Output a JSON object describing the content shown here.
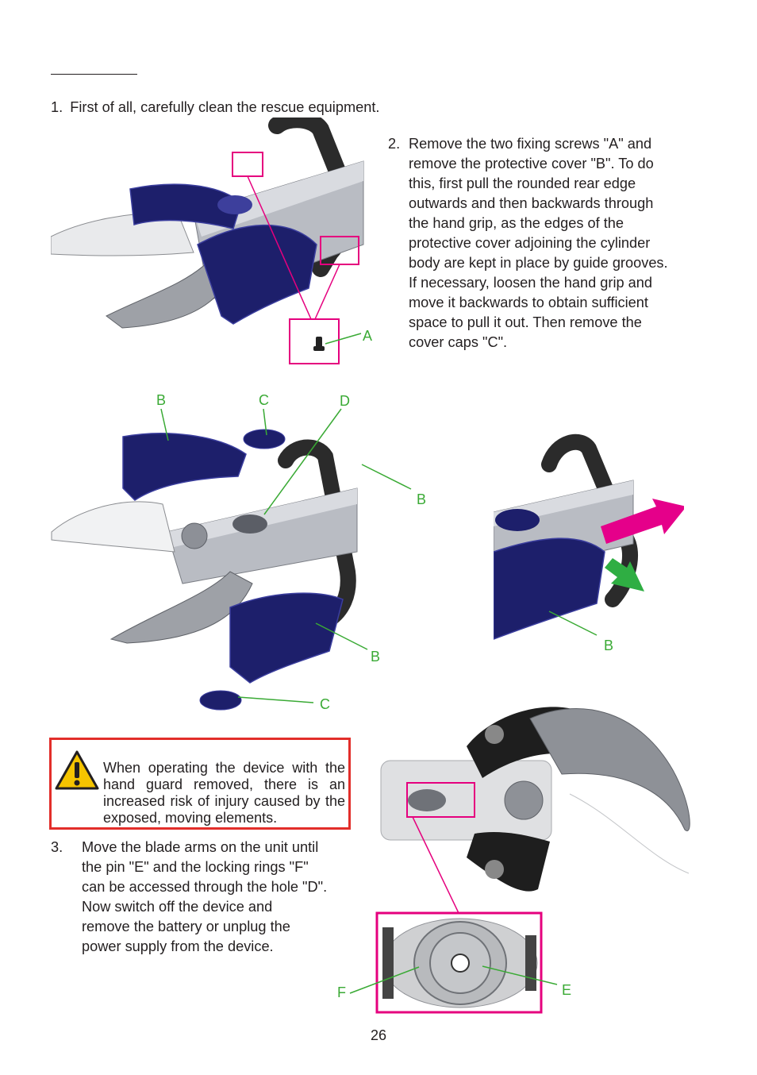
{
  "page_number": "26",
  "steps": [
    {
      "num": "1.",
      "text": "First of all, carefully clean the rescue equipment."
    },
    {
      "num": "2.",
      "lines": [
        "Remove the two fixing screws \"A\" and",
        "remove the protective cover \"B\". To do",
        "this, first pull the rounded rear edge",
        "outwards and then backwards through",
        "the hand grip, as the edges of the",
        "protective cover adjoining the cylinder",
        "body are kept in place by guide grooves.",
        "If necessary, loosen the hand grip and",
        "move it backwards to obtain sufficient",
        "space to pull it out. Then remove the",
        "cover caps \"C\"."
      ]
    },
    {
      "num": "3.",
      "lines": [
        "Move the blade arms on the unit until",
        "the pin \"E\" and the locking rings \"F\"",
        "can be accessed through the hole \"D\".",
        "Now switch off the device and",
        "remove the battery or unplug the",
        "power supply from the device."
      ]
    }
  ],
  "warning": {
    "icon": "warning-triangle-icon",
    "text": "When operating the device with the hand guard removed, there is an increased risk of injury caused by the exposed, moving elements."
  },
  "callouts": {
    "fig1_a": "A",
    "fig2_b_top": "B",
    "fig2_c_top": "C",
    "fig2_d": "D",
    "fig2_b_right": "B",
    "fig2_b_bottom": "B",
    "fig2_c_bottom": "C",
    "fig3_b": "B",
    "fig4_f": "F",
    "fig4_e": "E"
  },
  "colors": {
    "callout": "#3aaa35",
    "highlight": "#e5007e",
    "warning_border": "#e22e2a",
    "cover": "#1d1f6b",
    "arrow_pull": "#e5008a",
    "arrow_back": "#2fae43"
  }
}
